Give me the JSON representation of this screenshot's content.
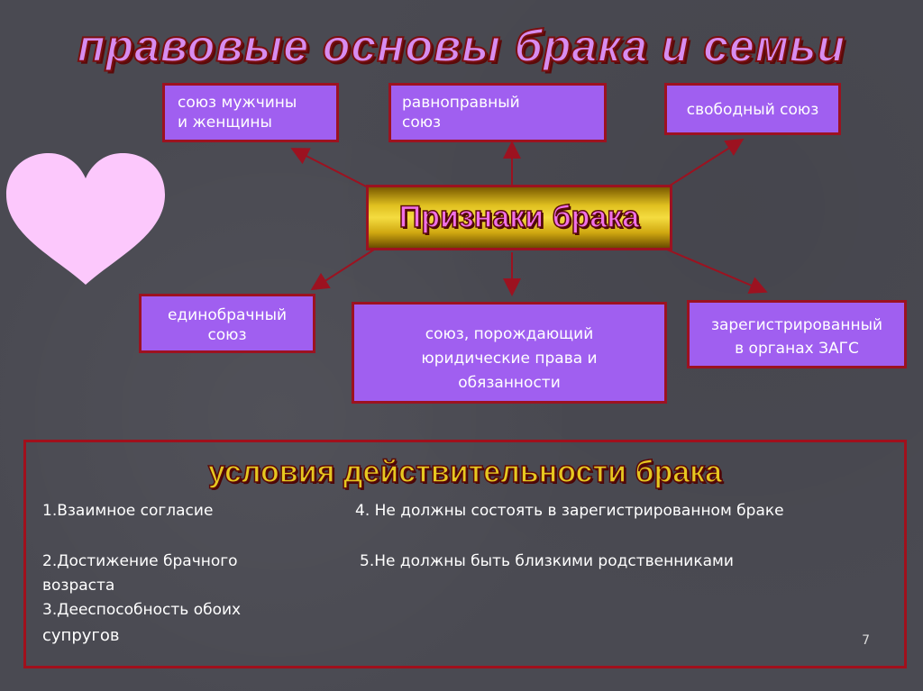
{
  "title": "правовые основы брака и семьи",
  "center_label": "Признаки брака",
  "signs": [
    {
      "line1": "союз мужчины",
      "line2": "и женщины"
    },
    {
      "line1": "равноправный",
      "line2": "союз"
    },
    {
      "line1": "свободный союз",
      "line2": ""
    },
    {
      "line1": "единобрачный",
      "line2": "союз"
    },
    {
      "line1": "союз,  порождающий",
      "line2": "юридические  права и",
      "line3": "обязанности"
    },
    {
      "line1": "зарегистрированный",
      "line2": "в органах ЗАГС"
    }
  ],
  "conditions": {
    "title": "условия действительности брака",
    "c1": "1.Взаимное согласие",
    "c2a": "2.Достижение брачного",
    "c2b": "возраста",
    "c3a": "3.Дееспособность обоих",
    "c3b": "супругов",
    "c4": "4. Не должны состоять в зарегистрированном браке",
    "c5": "5.Не должны быть близкими родственниками"
  },
  "page_number": "7",
  "colors": {
    "box": "#a05ff0",
    "border": "#9c1220",
    "heart": "#fcc8fc"
  }
}
